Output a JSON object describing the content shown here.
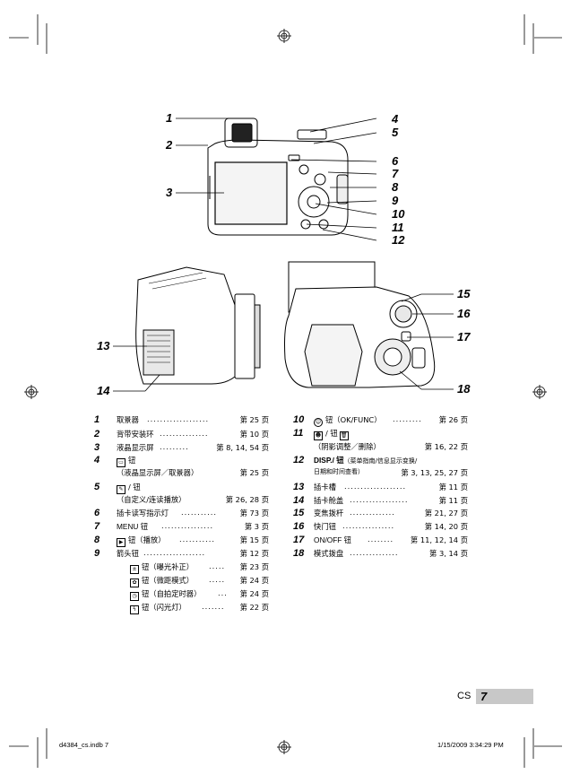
{
  "callouts_top": [
    "1",
    "2",
    "3",
    "4",
    "5",
    "6",
    "7",
    "8",
    "9",
    "10",
    "11",
    "12"
  ],
  "callouts_bottom": [
    "13",
    "14",
    "15",
    "16",
    "17",
    "18"
  ],
  "legend_left": [
    {
      "num": "1",
      "name": "取景器",
      "page": "第 25 页"
    },
    {
      "num": "2",
      "name": "背带安装环",
      "page": "第 10 页"
    },
    {
      "num": "3",
      "name": "液晶显示屏",
      "page": "第 8, 14, 54 页"
    },
    {
      "num": "4",
      "name": "钮",
      "page": "",
      "sub": "（液晶显示屏／取景器）",
      "subpage": "第 25 页"
    },
    {
      "num": "5",
      "name": "/ 钮",
      "page": "",
      "sub": "（自定义/连读播放）",
      "subpage": "第 26, 28 页"
    },
    {
      "num": "6",
      "name": "插卡读写指示灯",
      "page": "第 73 页"
    },
    {
      "num": "7",
      "name": "MENU 钮",
      "page": "第 3 页"
    },
    {
      "num": "8",
      "name": "钮（播放）",
      "page": "第 15 页"
    },
    {
      "num": "9",
      "name": "箭头钮",
      "page": "第 12 页"
    }
  ],
  "arrow_sub": [
    {
      "name": "钮（曝光补正）",
      "page": "第 23 页"
    },
    {
      "name": "钮（微距模式）",
      "page": "第 24 页"
    },
    {
      "name": "钮（自拍定时器）",
      "page": "第 24 页"
    },
    {
      "name": "钮（闪光灯）",
      "page": "第 22 页"
    }
  ],
  "legend_right": [
    {
      "num": "10",
      "name": "钮（OK/FUNC）",
      "page": "第 26 页"
    },
    {
      "num": "11",
      "name": "/ 钮",
      "page": "",
      "sub": "（阴影调整／删除）",
      "subpage": "第 16, 22 页"
    },
    {
      "num": "12",
      "name": "DISP./ 钮",
      "name_small": "（菜单指南/信息显示变换/",
      "page": "",
      "sub": "日期和时间查看）",
      "subpage": "第 3, 13, 25, 27 页"
    },
    {
      "num": "13",
      "name": "插卡槽",
      "page": "第 11 页"
    },
    {
      "num": "14",
      "name": "插卡舱盖",
      "page": "第 11 页"
    },
    {
      "num": "15",
      "name": "变焦拨杆",
      "page": "第 21, 27 页"
    },
    {
      "num": "16",
      "name": "快门钮",
      "page": "第 14, 20 页"
    },
    {
      "num": "17",
      "name": "ON/OFF 钮",
      "page": "第 11, 12, 14 页"
    },
    {
      "num": "18",
      "name": "模式拨盘",
      "page": "第 3, 14 页"
    }
  ],
  "page_lang": "CS",
  "page_number": "7",
  "footer_left": "d4384_cs.indb 7",
  "footer_right": "1/15/2009 3:34:29 PM"
}
